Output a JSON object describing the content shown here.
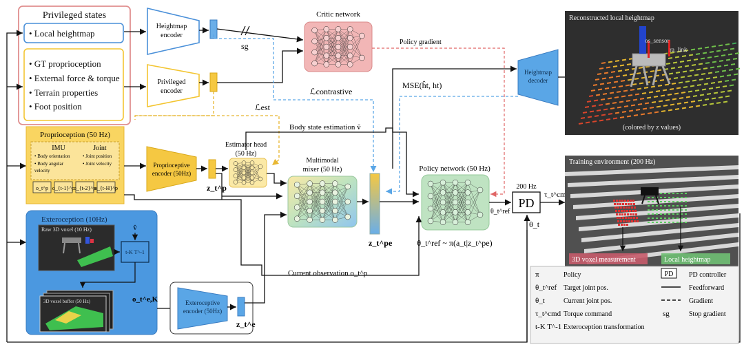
{
  "privileged": {
    "title": "Privileged states",
    "local_heightmap": "• Local heightmap",
    "items": [
      "• GT proprioception",
      "• External force & torque",
      "• Terrain properties",
      "• Foot position"
    ]
  },
  "encoders": {
    "heightmap": [
      "Heightmap",
      "encoder"
    ],
    "privileged": [
      "Privileged",
      "encoder"
    ],
    "proprioceptive": [
      "Proprioceptive",
      "encoder (50Hz)"
    ],
    "exteroceptive": [
      "Exteroceptive",
      "encoder (50Hz)"
    ]
  },
  "critic": {
    "title": "Critic network"
  },
  "sg": "sg",
  "policy_gradient": "Policy gradient",
  "heightmap_decoder": [
    "Heightmap",
    "decoder"
  ],
  "mse": "MSE(ĥ",
  "mse_full": "MSE(ĥt, ht)",
  "l_contrastive": "ℒcontrastive",
  "l_est": "ℒest",
  "body_state": "Body state estimation  ṽ",
  "estimator_head": [
    "Estimator head",
    "(50 Hz)"
  ],
  "mixer": [
    "Multimodal",
    "mixer (50 Hz)"
  ],
  "policy_net": {
    "title": "Policy network (50 Hz)",
    "formula": "θ_t^ref ~ π(a_t|z_t^pe)"
  },
  "pd": {
    "label": "PD",
    "freq": "200 Hz",
    "tau": "τ_t^cmd",
    "theta_ref": "θ_t^ref",
    "theta_t": "θ_t"
  },
  "proprioception": {
    "title": "Proprioception (50 Hz)",
    "imu": "IMU",
    "joint": "Joint",
    "imu_items": [
      "• Body orientation",
      "• Body angular",
      "  velocity"
    ],
    "joint_items": [
      "• Joint position",
      "• Joint velocity"
    ],
    "obs": [
      "o_t^p",
      "o_{t-1}^p",
      "o_{t-2}^p",
      "o_{t-H}^p"
    ]
  },
  "exteroception": {
    "title": "Exteroception (10Hz)",
    "raw": "Raw 3D voxel (10 Hz)",
    "buffer": "3D voxel buffer (50 Hz)",
    "v_hat": "v̂",
    "transform": "t-K T^-1"
  },
  "current_obs": "Current observation  o_t^p",
  "z_labels": {
    "zp": "z_t^p",
    "zpe": "z_t^pe",
    "ze": "z_t^e",
    "oek": "o_t^e,K"
  },
  "reconstructed": {
    "title": "Reconstructed local heightmap",
    "caption": "(colored by z values)",
    "sensor": "os_sensor",
    "link": "ra_link"
  },
  "training": {
    "title": "Training environment (200 Hz)",
    "voxel": "3D voxel measurement",
    "heightmap": "Local heightmap"
  },
  "legend": [
    {
      "sym": "π",
      "desc": "Policy"
    },
    {
      "sym": "θ_t^ref",
      "desc": "Target joint pos."
    },
    {
      "sym": "θ_t",
      "desc": "Current joint pos."
    },
    {
      "sym": "τ_t^cmd",
      "desc": "Torque command"
    },
    {
      "sym": "t-K T^-1",
      "desc": "Exteroception transformation"
    }
  ],
  "legend_right": [
    {
      "sym": "PD",
      "desc": "PD controller"
    },
    {
      "sym": "solid",
      "desc": "Feedforward"
    },
    {
      "sym": "dashed",
      "desc": "Gradient"
    },
    {
      "sym": "sg",
      "desc": "Stop gradient"
    }
  ],
  "colors": {
    "red": "#e06666",
    "yellow": "#f3c531",
    "blue": "#4a90d9",
    "green": "#bfe3c2",
    "critic": "#f2b6b6"
  }
}
